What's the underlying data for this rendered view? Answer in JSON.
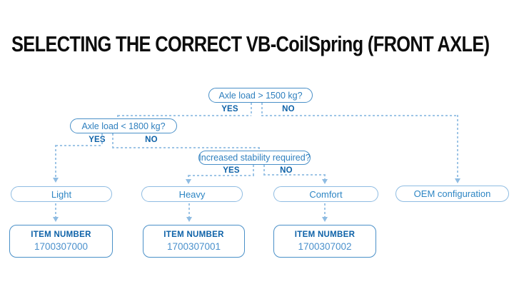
{
  "title": "SELECTING THE CORRECT VB-CoilSpring (FRONT AXLE)",
  "colors": {
    "title_text": "#0d0d0d",
    "decision_border": "#4a90c8",
    "decision_text": "#2e7fbe",
    "result_border": "#8fbce2",
    "result_text": "#2e86c4",
    "yes_no_text": "#0e62a8",
    "item_label_text": "#0e62a8",
    "item_number_text": "#4a90cc",
    "connector_line": "#9ec5e6"
  },
  "flowchart": {
    "decisions": [
      {
        "label": "Axle load > 1500 kg?",
        "yes": "YES",
        "no": "NO"
      },
      {
        "label": "Axle load < 1800 kg?",
        "yes": "YES",
        "no": "NO"
      },
      {
        "label": "Increased stability required?",
        "yes": "YES",
        "no": "NO"
      }
    ],
    "results": [
      {
        "label": "Light",
        "item_label": "ITEM NUMBER",
        "item_number": "1700307000"
      },
      {
        "label": "Heavy",
        "item_label": "ITEM NUMBER",
        "item_number": "1700307001"
      },
      {
        "label": "Comfort",
        "item_label": "ITEM NUMBER",
        "item_number": "1700307002"
      },
      {
        "label": "OEM configuration"
      }
    ]
  }
}
